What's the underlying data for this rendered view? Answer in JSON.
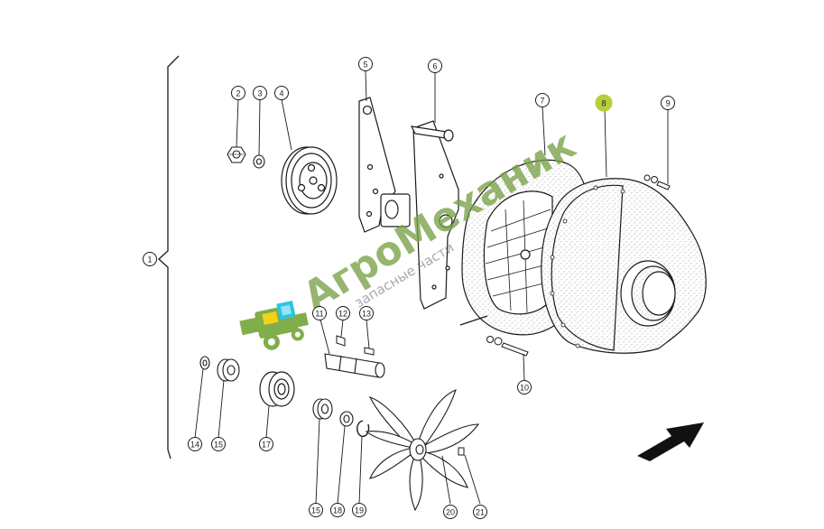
{
  "callouts": [
    {
      "id": "c1",
      "label": "1"
    },
    {
      "id": "c2",
      "label": "2"
    },
    {
      "id": "c3",
      "label": "3"
    },
    {
      "id": "c4",
      "label": "4"
    },
    {
      "id": "c5",
      "label": "5"
    },
    {
      "id": "c6",
      "label": "6"
    },
    {
      "id": "c7",
      "label": "7"
    },
    {
      "id": "c8",
      "label": "8"
    },
    {
      "id": "c9",
      "label": "9"
    },
    {
      "id": "c10",
      "label": "10"
    },
    {
      "id": "c11",
      "label": "11"
    },
    {
      "id": "c12",
      "label": "12"
    },
    {
      "id": "c13",
      "label": "13"
    },
    {
      "id": "c14",
      "label": "14"
    },
    {
      "id": "c15a",
      "label": "15"
    },
    {
      "id": "c17",
      "label": "17"
    },
    {
      "id": "c15b",
      "label": "15"
    },
    {
      "id": "c18",
      "label": "18"
    },
    {
      "id": "c19",
      "label": "19"
    },
    {
      "id": "c20",
      "label": "20"
    },
    {
      "id": "c21",
      "label": "21"
    }
  ],
  "highlighted_callout": "8",
  "colors": {
    "highlight": "#b5cf3a",
    "line": "#1a1a1a",
    "logo_green": "#7fae4a",
    "logo_cyan": "#2ec4e6",
    "logo_yellow": "#f2d21b"
  },
  "watermark": {
    "brand": "АгроМеханик",
    "tagline": "запасные части"
  },
  "icons": [
    "combine-harvester-logo-icon",
    "direction-arrow-icon"
  ]
}
